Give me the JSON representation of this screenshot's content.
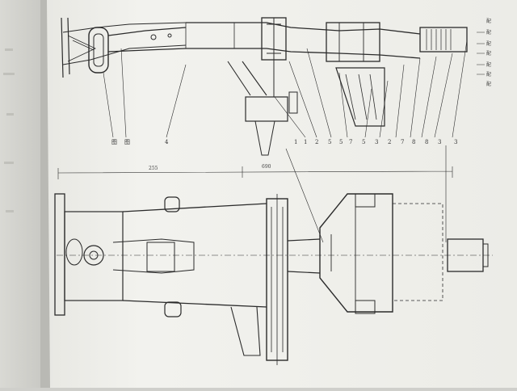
{
  "drawing": {
    "top_view_callouts": [
      "图",
      "图",
      "4",
      "1",
      "1",
      "2",
      "5",
      "5",
      "7",
      "5",
      "3",
      "2",
      "7",
      "8",
      "8",
      "3",
      "3"
    ],
    "right_edge_callouts": [
      "配",
      "配",
      "配",
      "配",
      "配",
      "配",
      "配"
    ],
    "plan_view_dimension_labels": [
      "255",
      "690"
    ]
  }
}
